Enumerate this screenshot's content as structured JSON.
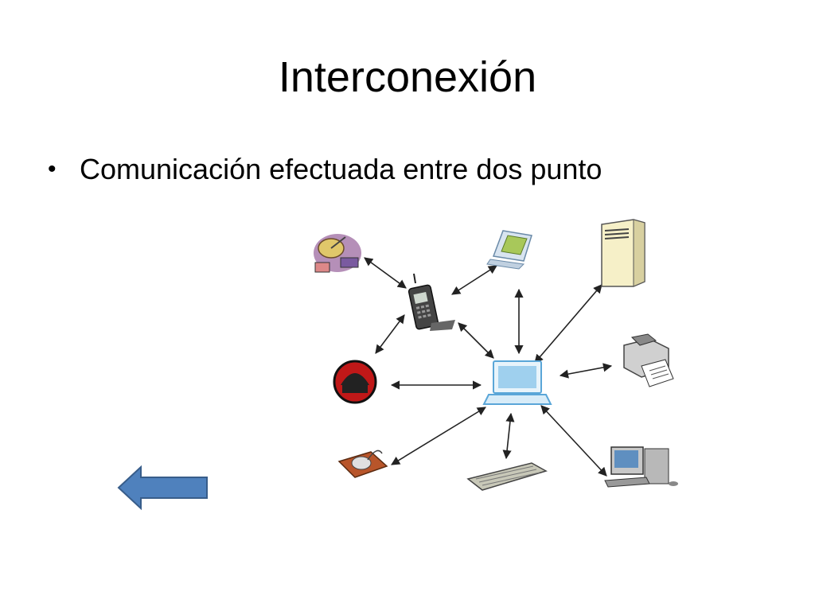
{
  "slide": {
    "title": "Interconexión",
    "bullet_text": "Comunicación efectuada entre dos punto"
  },
  "diagram": {
    "center_device": "laptop-icon",
    "devices": [
      "satellite-dish-icon",
      "cell-phone-icon",
      "pda-icon",
      "server-tower-icon",
      "printer-fax-icon",
      "modem-icon",
      "mouse-icon",
      "keyboard-icon",
      "desktop-computer-icon"
    ],
    "arrow_style": "double-headed"
  },
  "colors": {
    "back_arrow_fill": "#4f81bd",
    "back_arrow_stroke": "#385d8a",
    "arrow_color": "#222222"
  }
}
